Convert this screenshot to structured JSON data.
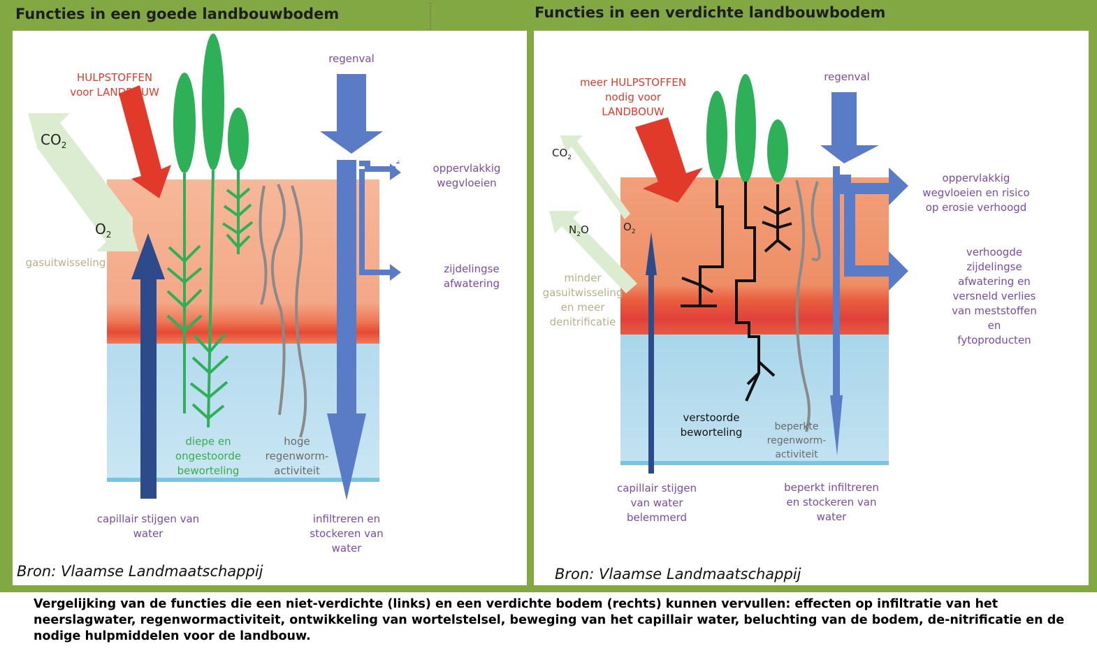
{
  "caption": "Vergelijking van de functies die een niet-verdichte (links) en een verdichte bodem (rechts) kunnen vervullen: effecten op infiltratie van het neerslagwater, regenwormactiviteit, ontwikkeling van wortelstelsel, beweging van het capillair water, beluchting van de bodem, de-nitrificatie en de nodige hulpmiddelen voor de landbouw.",
  "colors": {
    "frame": "#82a843",
    "topsoil": "#f2a27a",
    "compacted_layer": "#e0483a",
    "subsoil_water": "#a9d6ea",
    "rain_arrow": "#5a7cc6",
    "capillary_arrow": "#2d4a8a",
    "input_arrow": "#e23a2a",
    "gas_arrow": "#dcecd0",
    "plant": "#2db058",
    "worm_tunnel": "#8a8a8a"
  },
  "left": {
    "title": "Functies in een goede landbouwbodem",
    "inputs": "HULPSTOFFEN\nvoor LANDBOUW",
    "co2": "CO",
    "co2_sub": "2",
    "o2": "O",
    "o2_sub": "2",
    "gas": "gasuitwisseling",
    "rain": "regenval",
    "runoff": "oppervlakkig\nwegvloeien",
    "drainage": "zijdelingse afwatering",
    "roots": "diepe en\nongestoorde\nbeworteling",
    "worms": "hoge\nregenworm-\nactiviteit",
    "capillary": "capillair stijgen van\nwater",
    "infiltration": "infiltreren en\nstockeren van\nwater",
    "source": "Bron: Vlaamse Landmaatschappij"
  },
  "right": {
    "title": "Functies in een verdichte landbouwbodem",
    "inputs": "meer HULPSTOFFEN\nnodig voor\nLANDBOUW",
    "co2": "CO",
    "co2_sub": "2",
    "n2o": "N",
    "n2o_sub": "2",
    "n2o_tail": "O",
    "o2": "O",
    "o2_sub": "2",
    "gas": "minder\ngasuitwisseling\nen meer\ndenitrificatie",
    "rain": "regenval",
    "runoff": "oppervlakkig\nwegvloeien en risico\nop erosie verhoogd",
    "drainage": "verhoogde zijdelingse\nafwatering en versneld verlies\nvan meststoffen en\nfytoproducten",
    "roots": "verstoorde\nbeworteling",
    "worms": "beperkte\nregenworm-\nactiviteit",
    "capillary": "capillair stijgen\nvan water\nbelemmerd",
    "infiltration": "beperkt infiltreren\nen stockeren van\nwater",
    "source": "Bron: Vlaamse Landmaatschappij"
  }
}
